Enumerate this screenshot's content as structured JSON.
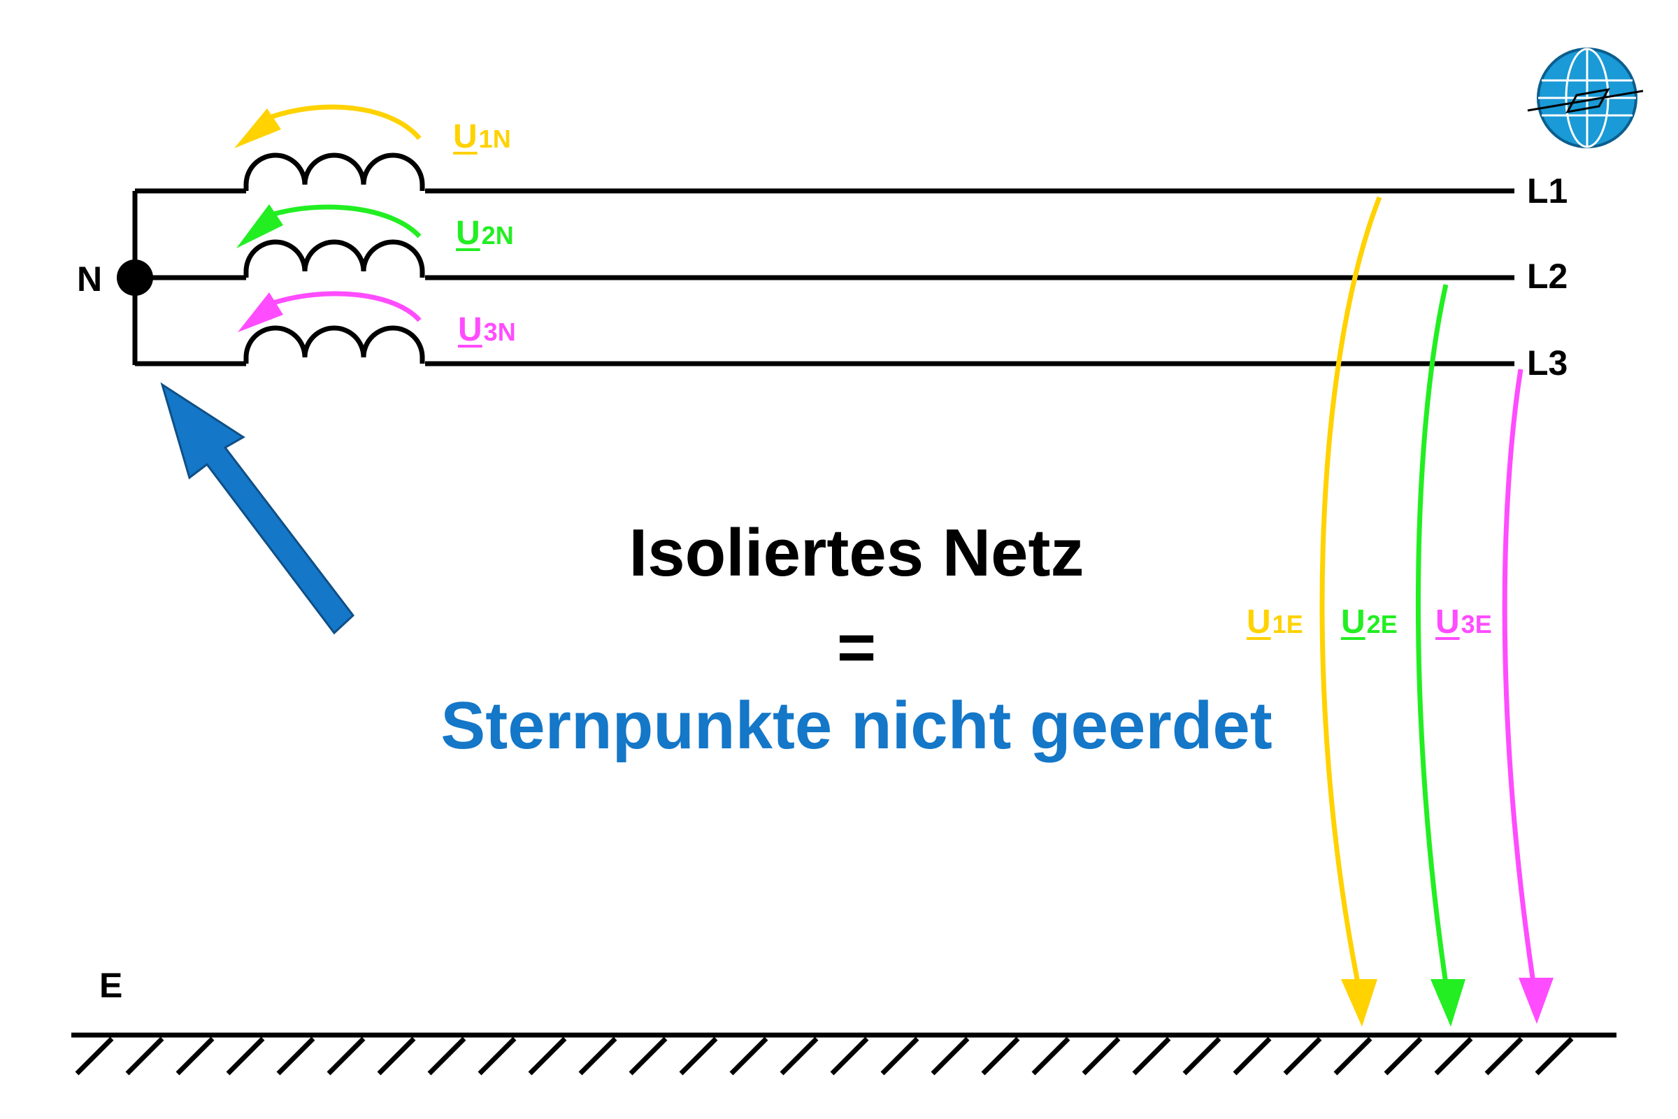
{
  "colors": {
    "line": "#000000",
    "phase1": "#FFD200",
    "phase2": "#22EE22",
    "phase3": "#FF4CFF",
    "blue_arrow": "#1477C8",
    "subtitle": "#1477C8",
    "globe": "#1A9AD6"
  },
  "nodes": {
    "neutral": "N",
    "earth": "E",
    "l1": "L1",
    "l2": "L2",
    "l3": "L3"
  },
  "phase_to_neutral": [
    {
      "u": "U",
      "sub": "1N",
      "color": "#FFD200"
    },
    {
      "u": "U",
      "sub": "2N",
      "color": "#22EE22"
    },
    {
      "u": "U",
      "sub": "3N",
      "color": "#FF4CFF"
    }
  ],
  "phase_to_earth": [
    {
      "u": "U",
      "sub": "1E",
      "color": "#FFD200"
    },
    {
      "u": "U",
      "sub": "2E",
      "color": "#22EE22"
    },
    {
      "u": "U",
      "sub": "3E",
      "color": "#FF4CFF"
    }
  ],
  "heading": {
    "main": "Isoliertes Netz",
    "equals": "=",
    "sub": "Sternpunkte nicht geerdet"
  },
  "icons": {
    "logo": "globe-logo-icon",
    "pointer": "blue-arrow-icon",
    "ground": "ground-hatch-icon"
  }
}
